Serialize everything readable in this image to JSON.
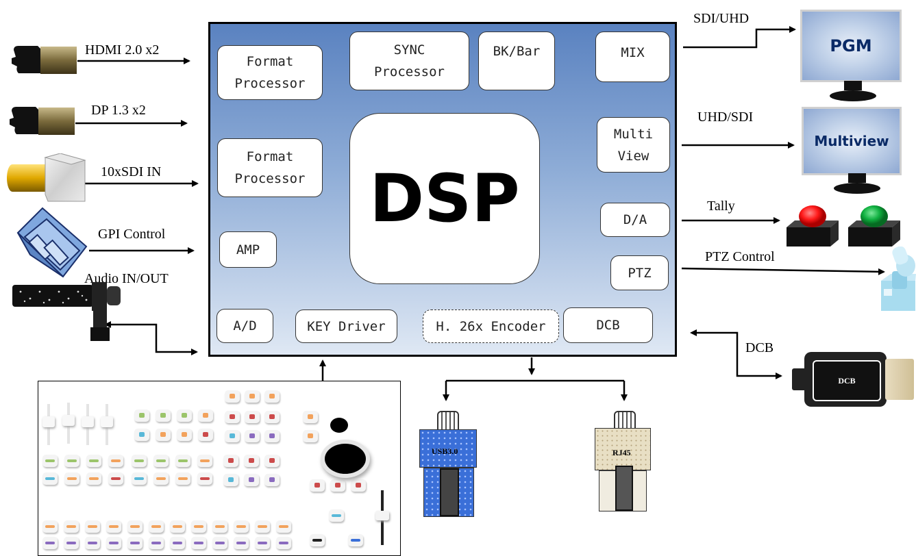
{
  "inputs": {
    "hdmi": "HDMI 2.0 x2",
    "dp": "DP 1.3 x2",
    "sdi_in": "10xSDI IN",
    "gpi": "GPI Control",
    "audio": "Audio IN/OUT"
  },
  "blocks": {
    "format_processor_1": "Format\nProcessor",
    "format_processor_2": "Format\nProcessor",
    "sync_processor": "SYNC\nProcessor",
    "bk_bar": "BK/Bar",
    "mix": "MIX",
    "multi_view": "Multi\nView",
    "d_a": "D/A",
    "ptz": "PTZ",
    "amp": "AMP",
    "a_d": "A/D",
    "key_driver": "KEY Driver",
    "h26x_encoder": "H. 26x Encoder",
    "dcb": "DCB",
    "dsp": "DSP"
  },
  "outputs": {
    "sdi_uhd": "SDI/UHD",
    "uhd_sdi": "UHD/SDI",
    "tally": "Tally",
    "ptz_control": "PTZ Control",
    "dcb": "DCB"
  },
  "devices": {
    "pgm_monitor": "PGM",
    "multiview_monitor": "Multiview",
    "dcb_device": "DCB",
    "usb": "USB3.0",
    "rj45": "RJ45"
  },
  "colors": {
    "panel_top": "#5a82c0",
    "panel_bottom": "#dfe8f4",
    "tally_red": "#ff1a1a",
    "tally_green": "#10b040",
    "key_green": "#9bc46a",
    "key_orange": "#f2a25c",
    "key_red": "#cc4b4b",
    "key_blue": "#58b8d8",
    "key_purple": "#8a6bbf"
  }
}
